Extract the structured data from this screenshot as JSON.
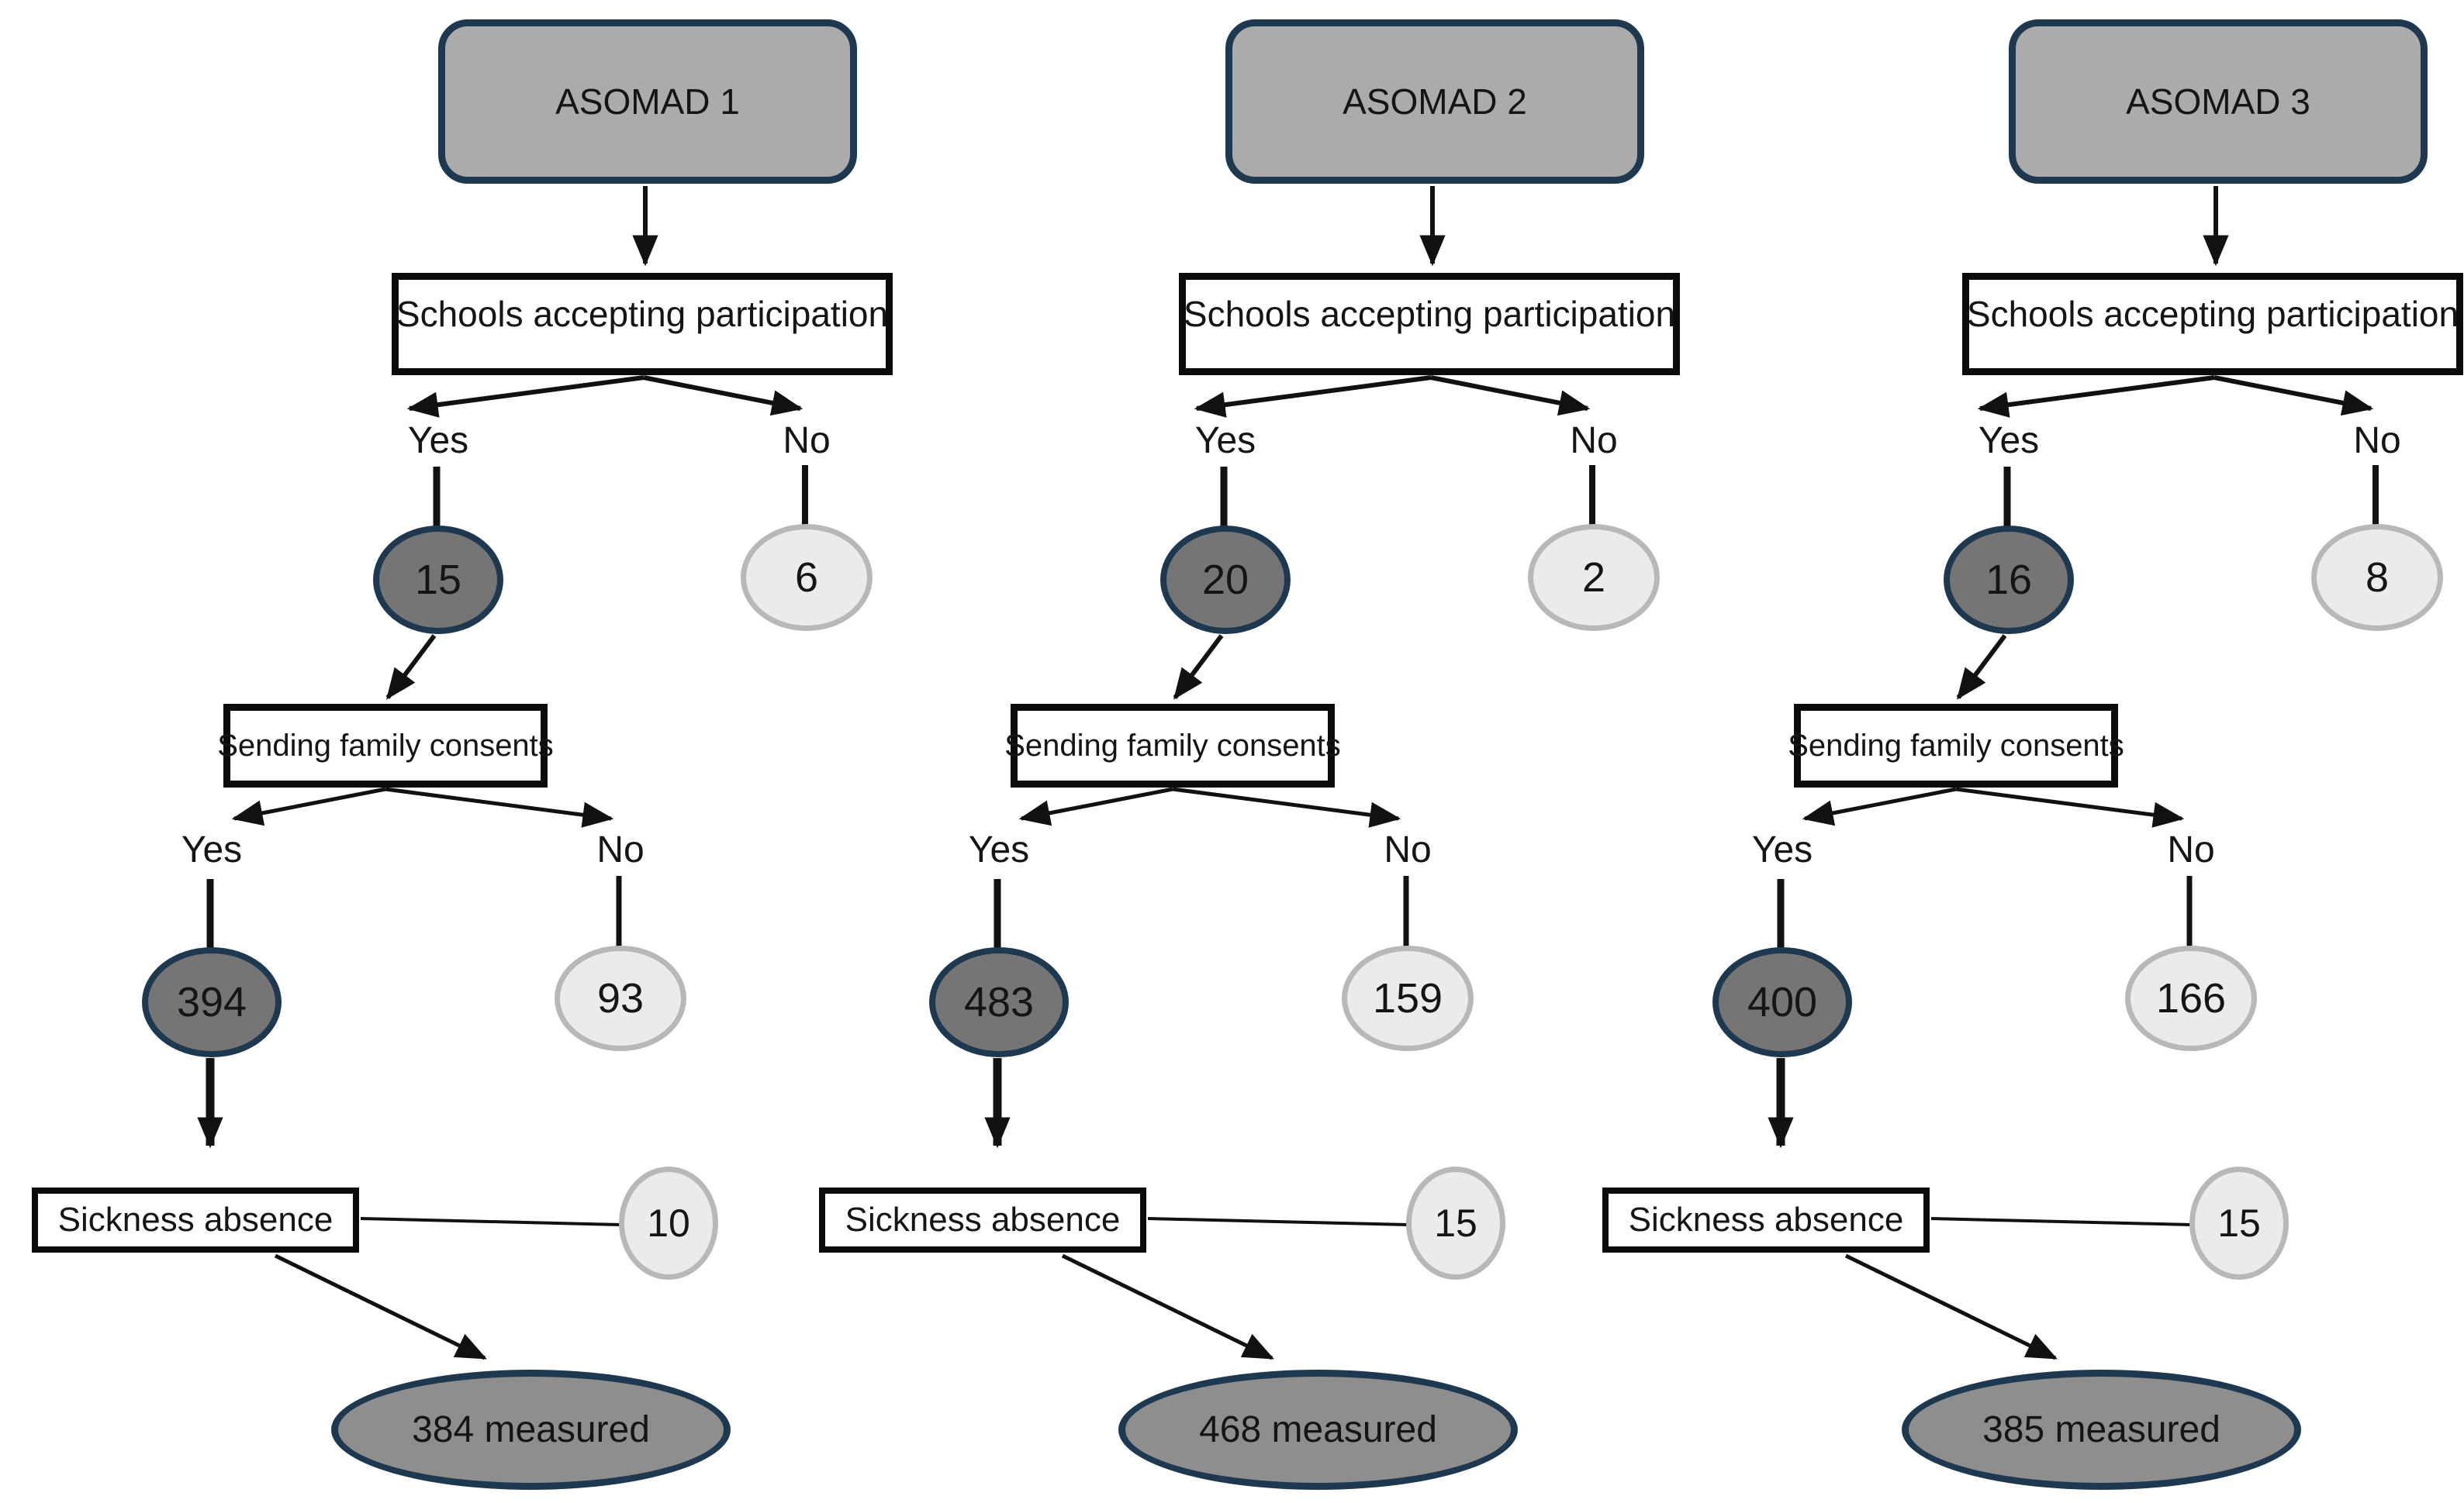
{
  "colors": {
    "background": "#ffffff",
    "text": "#151515",
    "line": "#111111",
    "box-border": "#0b0b0b",
    "navy-border": "#1d384f",
    "header-fill": "#ababab",
    "dark-ellipse-fill": "#757575",
    "light-ellipse-fill": "#ebebeb",
    "light-ellipse-border": "#b8b8b8",
    "measured-ellipse-fill": "#8e8e8e"
  },
  "diagram": {
    "type": "flowchart",
    "description": "Participant flow diagram for three study sites (ASOMAD 1, ASOMAD 2, ASOMAD 3)",
    "columns": [
      {
        "title": "ASOMAD 1",
        "schools_box_label": "Schools accepting participation",
        "schools_yes_label": "Yes",
        "schools_no_label": "No",
        "schools_yes_count": "15",
        "schools_no_count": "6",
        "consents_box_label": "Sending family consents",
        "consents_yes_label": "Yes",
        "consents_no_label": "No",
        "consents_yes_count": "394",
        "consents_no_count": "93",
        "sickness_box_label": "Sickness absence",
        "sickness_count": "10",
        "measured_label": "384 measured"
      },
      {
        "title": "ASOMAD 2",
        "schools_box_label": "Schools accepting participation",
        "schools_yes_label": "Yes",
        "schools_no_label": "No",
        "schools_yes_count": "20",
        "schools_no_count": "2",
        "consents_box_label": "Sending family consents",
        "consents_yes_label": "Yes",
        "consents_no_label": "No",
        "consents_yes_count": "483",
        "consents_no_count": "159",
        "sickness_box_label": "Sickness absence",
        "sickness_count": "15",
        "measured_label": "468 measured"
      },
      {
        "title": "ASOMAD 3",
        "schools_box_label": "Schools accepting participation",
        "schools_yes_label": "Yes",
        "schools_no_label": "No",
        "schools_yes_count": "16",
        "schools_no_count": "8",
        "consents_box_label": "Sending family consents",
        "consents_yes_label": "Yes",
        "consents_no_label": "No",
        "consents_yes_count": "400",
        "consents_no_count": "166",
        "sickness_box_label": "Sickness absence",
        "sickness_count": "15",
        "measured_label": "385 measured"
      }
    ]
  }
}
